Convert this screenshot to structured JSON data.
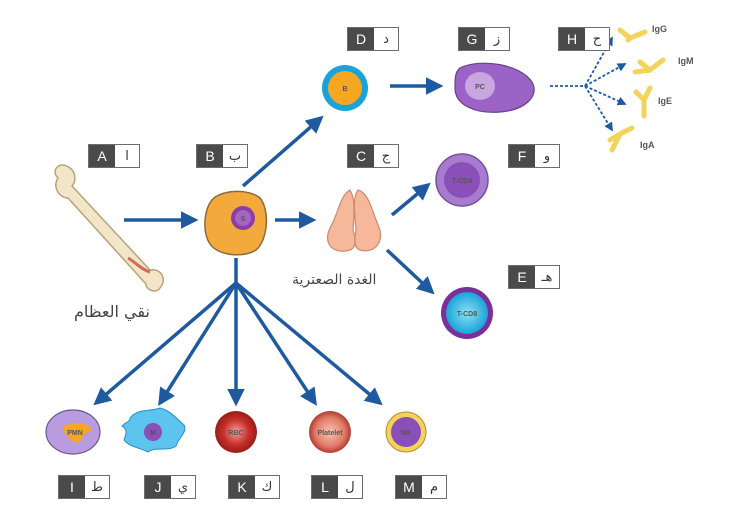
{
  "diagram": {
    "title_labels": {
      "A": {
        "en": "A",
        "ar": "ا"
      },
      "B": {
        "en": "B",
        "ar": "ب"
      },
      "C": {
        "en": "C",
        "ar": "ج"
      },
      "D": {
        "en": "D",
        "ar": "د"
      },
      "E": {
        "en": "E",
        "ar": "هـ"
      },
      "F": {
        "en": "F",
        "ar": "و"
      },
      "G": {
        "en": "G",
        "ar": "ز"
      },
      "H": {
        "en": "H",
        "ar": "ح"
      },
      "I": {
        "en": "I",
        "ar": "ط"
      },
      "J": {
        "en": "J",
        "ar": "ي"
      },
      "K": {
        "en": "K",
        "ar": "ك"
      },
      "L": {
        "en": "L",
        "ar": "ل"
      },
      "M": {
        "en": "M",
        "ar": "م"
      }
    },
    "text": {
      "bone_marrow": "نقي العظام",
      "thymus": "الغدة الصعترية"
    },
    "cell_text": {
      "B": "S",
      "D": "B",
      "G": "PC",
      "F": "T-CD4",
      "E": "T-CD8",
      "I": "PMN",
      "J": "M",
      "K": "RBC",
      "L": "Platelet",
      "M": "NK"
    },
    "antibodies": [
      "IgG",
      "IgM",
      "IgE",
      "IgA"
    ],
    "colors": {
      "arrow": "#1f5aa0",
      "label_dark": "#4a4a4a",
      "stem_cell": "#f4a93d",
      "antibody": "#f3d35a",
      "plasma_cell": "#9b63c6"
    }
  }
}
